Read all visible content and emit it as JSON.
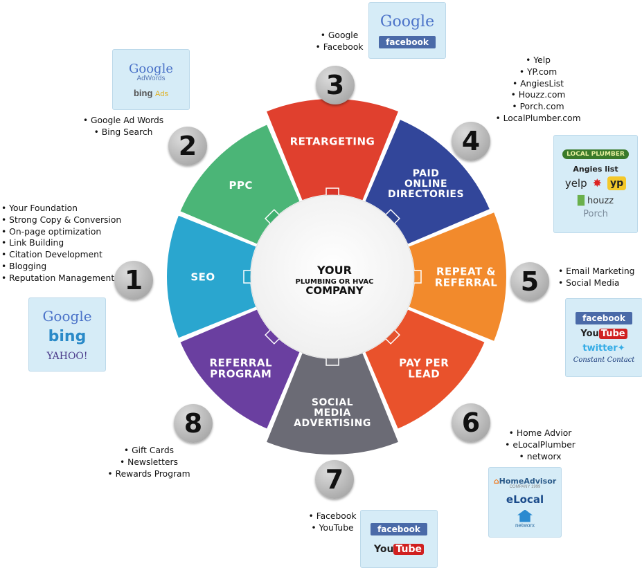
{
  "center": {
    "line1": "YOUR",
    "line2": "PLUMBING OR HVAC",
    "line3": "COMPANY"
  },
  "segments": [
    {
      "lines": [
        "RETARGETING"
      ],
      "color": "#e0402e",
      "arrow": "#d9362a"
    },
    {
      "lines": [
        "PAID",
        "ONLINE",
        "DIRECTORIES"
      ],
      "color": "#32469a",
      "arrow": "#2e4392"
    },
    {
      "lines": [
        "REPEAT &",
        "REFERRAL"
      ],
      "color": "#f28a2c",
      "arrow": "#f59233"
    },
    {
      "lines": [
        "PAY PER",
        "LEAD"
      ],
      "color": "#e9522c",
      "arrow": "#e5532e"
    },
    {
      "lines": [
        "SOCIAL",
        "MEDIA",
        "ADVERTISING"
      ],
      "color": "#6b6b75",
      "arrow": "#76767e"
    },
    {
      "lines": [
        "REFERRAL",
        "PROGRAM"
      ],
      "color": "#6a3fa0",
      "arrow": "#6b3ea1"
    },
    {
      "lines": [
        "SEO"
      ],
      "color": "#2aa6cf",
      "arrow": "#23a3c9"
    },
    {
      "lines": [
        "PPC"
      ],
      "color": "#4bb577",
      "arrow": "#3fb06f"
    }
  ],
  "steps": [
    {
      "number": "1",
      "items": [
        "Your Foundation",
        "Strong Copy & Conversion",
        "On-page optimization",
        "Link Building",
        "Citation Development",
        "Blogging",
        "Reputation Management"
      ]
    },
    {
      "number": "2",
      "items": [
        "Google Ad Words",
        "Bing Search"
      ]
    },
    {
      "number": "3",
      "items": [
        "Google",
        "Facebook"
      ]
    },
    {
      "number": "4",
      "items": [
        "Yelp",
        "YP.com",
        "AngiesList",
        "Houzz.com",
        "Porch.com",
        "LocalPlumber.com"
      ]
    },
    {
      "number": "5",
      "items": [
        "Email Marketing",
        "Social Media"
      ]
    },
    {
      "number": "6",
      "items": [
        "Home Advior",
        "eLocalPlumber",
        "networx"
      ]
    },
    {
      "number": "7",
      "items": [
        "Facebook",
        "YouTube"
      ]
    },
    {
      "number": "8",
      "items": [
        "Gift Cards",
        "Newsletters",
        "Rewards Program"
      ]
    }
  ],
  "logos": {
    "box1": {
      "google": "Google",
      "bing": "bing",
      "yahoo": "YAHOO!"
    },
    "box2": {
      "google": "Google",
      "adwords": "AdWords",
      "bing": "bing",
      "ads": "Ads"
    },
    "box3": {
      "google": "Google",
      "facebook": "facebook"
    },
    "box4": {
      "local": "LOCAL PLUMBER",
      "angies": "Angies list",
      "yelp": "yelp",
      "yp": "yp",
      "houzz": "houzz",
      "porch": "Porch"
    },
    "box5": {
      "facebook": "facebook",
      "youtube_you": "You",
      "youtube_tube": "Tube",
      "twitter": "twitter",
      "constant": "Constant Contact"
    },
    "box6": {
      "homeadvisor": "HomeAdvisor",
      "homeadvisor_sub": "COMPANY 1999",
      "elocal": "eLocal",
      "networx": "networx"
    },
    "box7": {
      "facebook": "facebook",
      "youtube_you": "You",
      "youtube_tube": "Tube"
    }
  }
}
